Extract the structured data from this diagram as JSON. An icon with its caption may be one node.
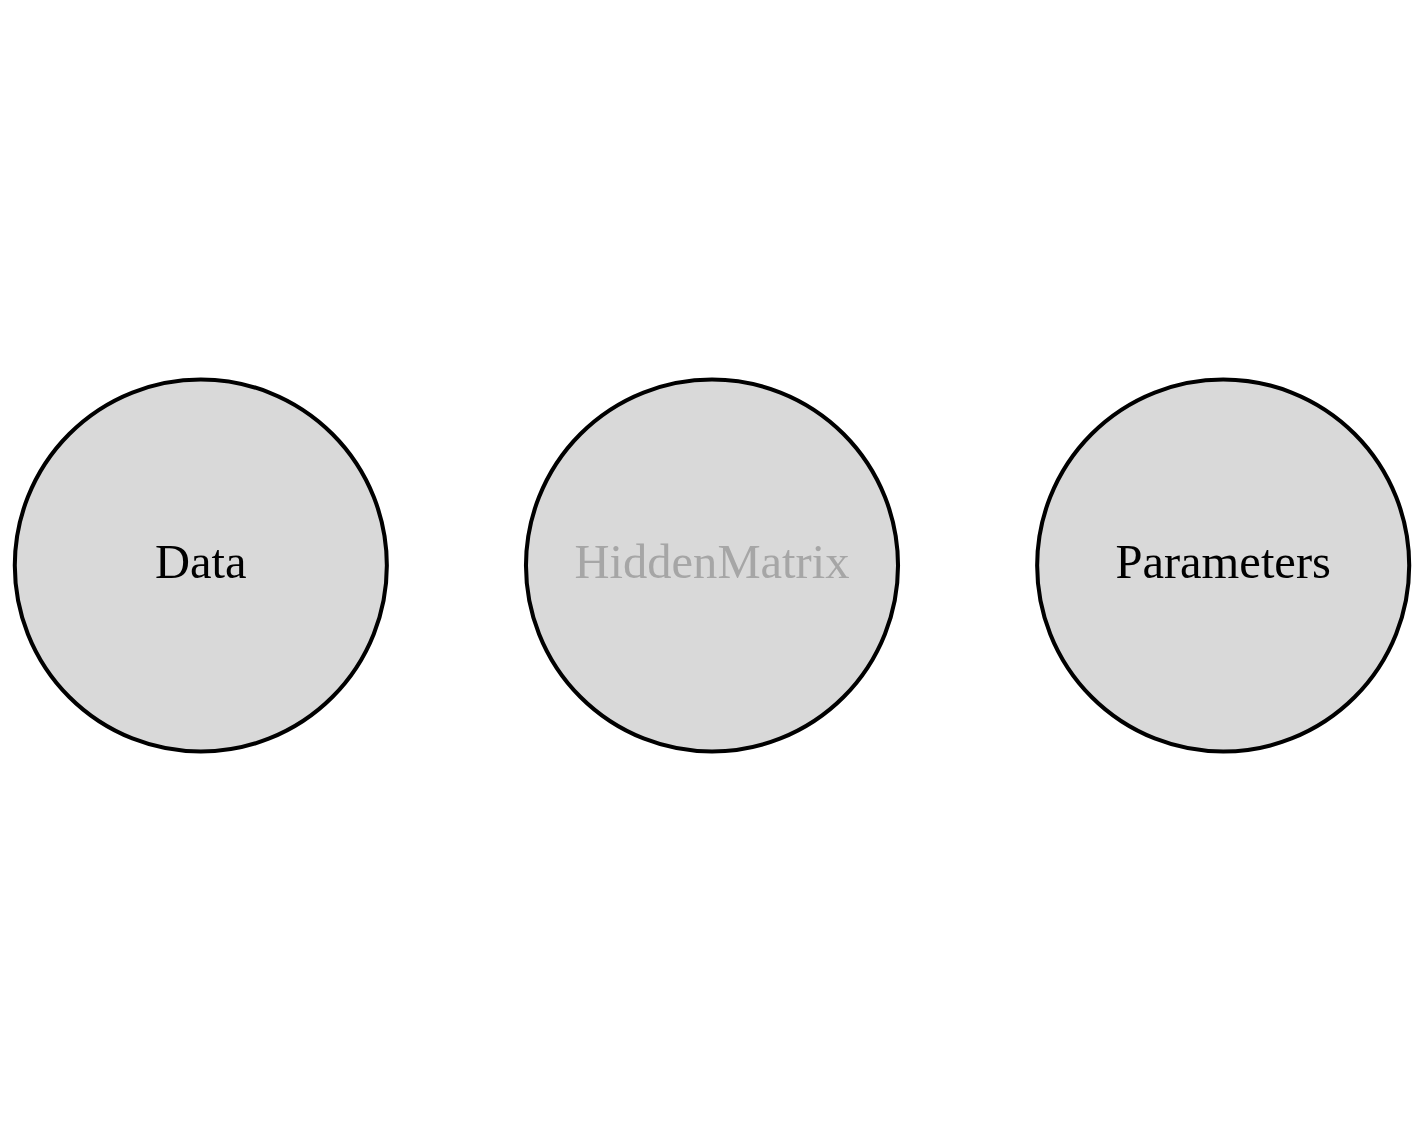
{
  "diagram": {
    "nodes": [
      {
        "text": [
          "Data"
        ]
      },
      {
        "text": [
          "HiddenMatrix"
        ]
      },
      {
        "text": [
          "Parameters"
        ]
      }
    ]
  }
}
